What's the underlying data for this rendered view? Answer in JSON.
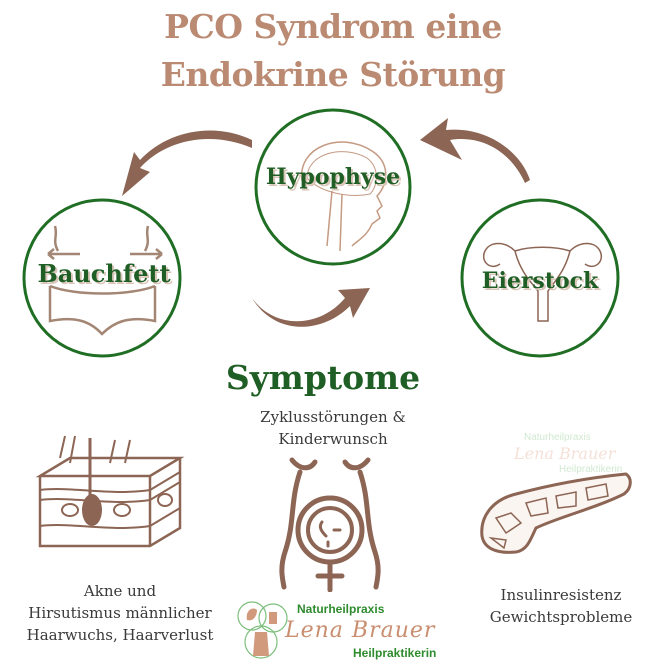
{
  "title": {
    "line1": "PCO Syndrom eine",
    "line2": "Endokrine Störung"
  },
  "nodes": {
    "top": {
      "label": "Hypophyse",
      "icon": "brain-head-icon"
    },
    "left": {
      "label": "Bauchfett",
      "icon": "waist-icon"
    },
    "right": {
      "label": "Eierstock",
      "icon": "uterus-icon"
    }
  },
  "symptoms": {
    "heading": "Symptome",
    "center": {
      "line1": "Zyklusstörungen &",
      "line2": "Kinderwunsch",
      "icon": "pregnant-body-icon"
    },
    "left": {
      "line1": "Akne und",
      "line2": "Hirsutismus männlicher",
      "line3": "Haarwuchs, Haarverlust",
      "icon": "skin-layer-icon"
    },
    "right": {
      "line1": "Insulinresistenz",
      "line2": "Gewichtsprobleme",
      "icon": "pancreas-icon"
    }
  },
  "logo": {
    "top": "Naturheilpraxis",
    "name": "Lena Brauer",
    "bottom": "Heilpraktikerin"
  },
  "colors": {
    "title": "#bb8a72",
    "green": "#1f6e24",
    "arrow": "#8c6554",
    "illustration": "#8c6554"
  }
}
